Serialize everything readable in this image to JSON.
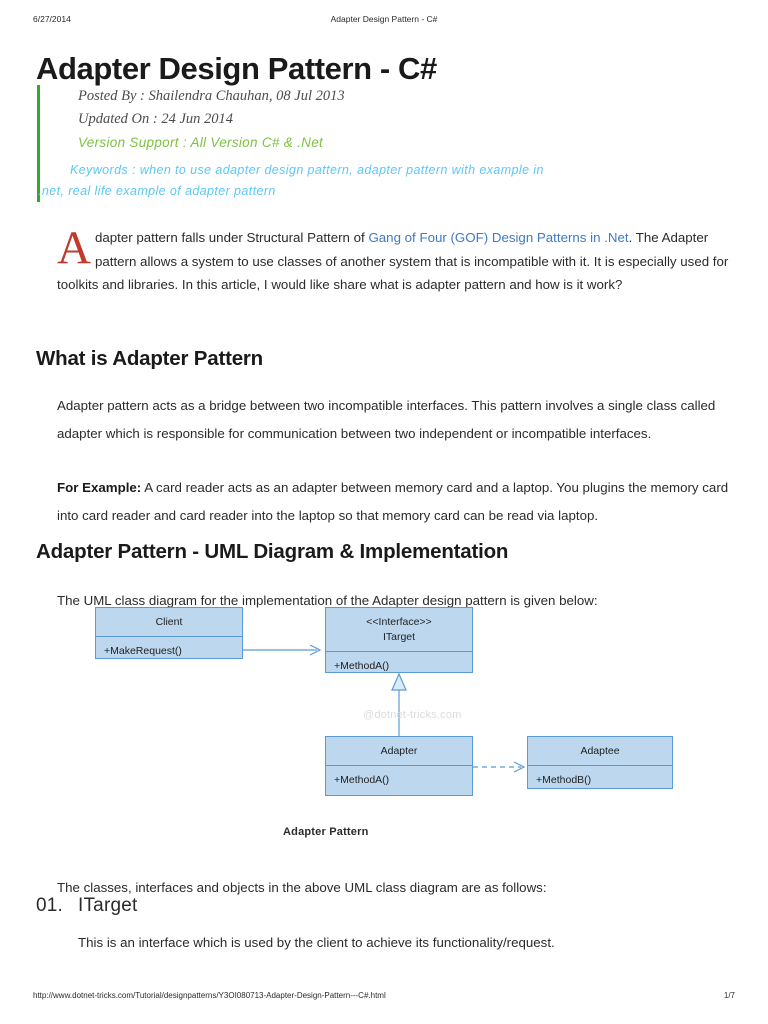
{
  "print_header": {
    "date": "6/27/2014",
    "doc_title": "Adapter Design Pattern - C#"
  },
  "page_title": "Adapter Design Pattern - C#",
  "meta": {
    "posted_by": "Posted By : Shailendra Chauhan, 08 Jul 2013",
    "updated_on": "Updated On : 24 Jun 2014",
    "version_support": "Version Support : All Version C# & .Net",
    "keywords_line1": "Keywords : when to use adapter design pattern, adapter pattern with example in",
    "keywords_line2": ".net, real life example of adapter pattern",
    "accent_bar_color": "#2eaa2e",
    "version_color": "#7dc242",
    "keywords_color": "#5bc8f5"
  },
  "intro": {
    "dropcap": "A",
    "text_before_link": "dapter pattern falls under Structural Pattern of ",
    "link_text": "Gang of Four (GOF) Design Patterns in .Net",
    "text_after_link": ". The Adapter pattern allows a system to use classes of another system that is incompatible with it. It is especially used for toolkits and libraries. In this article, I would like share what is adapter pattern and how is it work?",
    "link_color": "#3f7bbf",
    "dropcap_color": "#c0392b"
  },
  "sections": {
    "what_is": {
      "heading": "What is Adapter Pattern",
      "paragraph": "Adapter pattern acts as a bridge between two incompatible interfaces. This pattern involves a single class called adapter which is responsible for communication between two independent or incompatible interfaces.",
      "example_label": "For Example:",
      "example_text": " A card reader acts as an adapter between memory card and a laptop. You plugins the memory card into card reader and card reader into the laptop so that memory card can be read via laptop."
    },
    "uml": {
      "heading": "Adapter Pattern - UML Diagram & Implementation",
      "intro": "The UML class diagram for the implementation of the Adapter design pattern is given below:",
      "after_diagram": "The classes, interfaces and objects in the above UML class diagram are as follows:"
    }
  },
  "diagram": {
    "caption": "Adapter Pattern",
    "watermark": "@dotnet-tricks.com",
    "fill_color": "#bdd7ee",
    "border_color": "#5b9bd5",
    "boxes": [
      {
        "id": "client",
        "stereotype": "",
        "name": "Client",
        "member": "+MakeRequest()"
      },
      {
        "id": "itarget",
        "stereotype": "<<Interface>>",
        "name": "ITarget",
        "member": "+MethodA()"
      },
      {
        "id": "adapter",
        "stereotype": "",
        "name": "Adapter",
        "member": "+MethodA()"
      },
      {
        "id": "adaptee",
        "stereotype": "",
        "name": "Adaptee",
        "member": "+MethodB()"
      }
    ],
    "connectors": [
      {
        "from": "client",
        "to": "itarget",
        "style": "solid",
        "arrow": "open",
        "label": "association"
      },
      {
        "from": "adapter",
        "to": "itarget",
        "style": "solid",
        "arrow": "hollow",
        "label": "realization"
      },
      {
        "from": "adapter",
        "to": "adaptee",
        "style": "dashed",
        "arrow": "open",
        "label": "dependency"
      }
    ]
  },
  "list_items": [
    {
      "number": "01.",
      "title": "ITarget",
      "description": "This is an interface which is used by the client to achieve its functionality/request."
    }
  ],
  "print_footer": {
    "url": "http://www.dotnet-tricks.com/Tutorial/designpatterns/Y3OI080713-Adapter-Design-Pattern---C#.html",
    "page": "1/7"
  }
}
